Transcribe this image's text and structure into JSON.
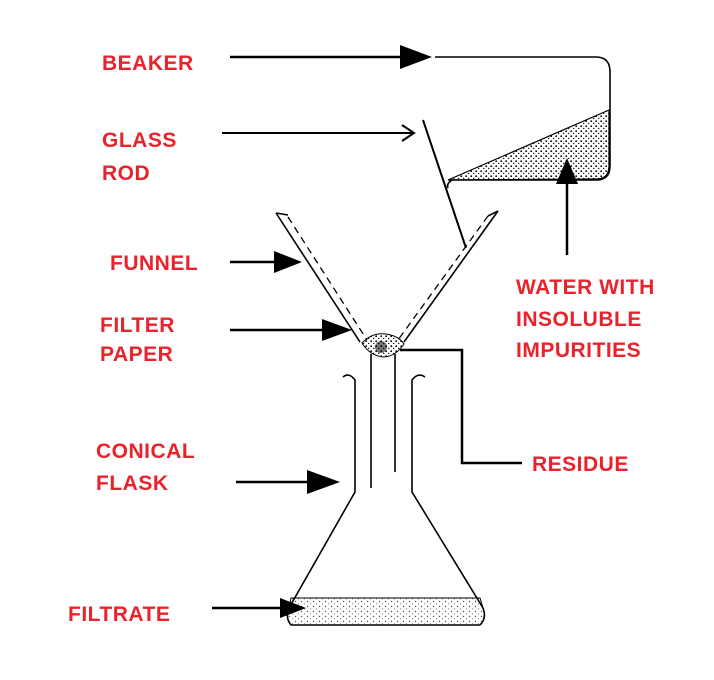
{
  "colors": {
    "label": "#e8232b",
    "line": "#000000",
    "speckle": "#000000",
    "background": "#ffffff"
  },
  "labels": {
    "beaker": "BEAKER",
    "glass_rod": [
      "GLASS",
      "ROD"
    ],
    "funnel": "FUNNEL",
    "filter_paper": [
      "FILTER",
      "PAPER"
    ],
    "conical_flask": [
      "CONICAL",
      "FLASK"
    ],
    "filtrate": "FILTRATE",
    "residue": "RESIDUE",
    "water_with_impurities": [
      "WATER WITH",
      "INSOLUBLE",
      "IMPURITIES"
    ]
  }
}
